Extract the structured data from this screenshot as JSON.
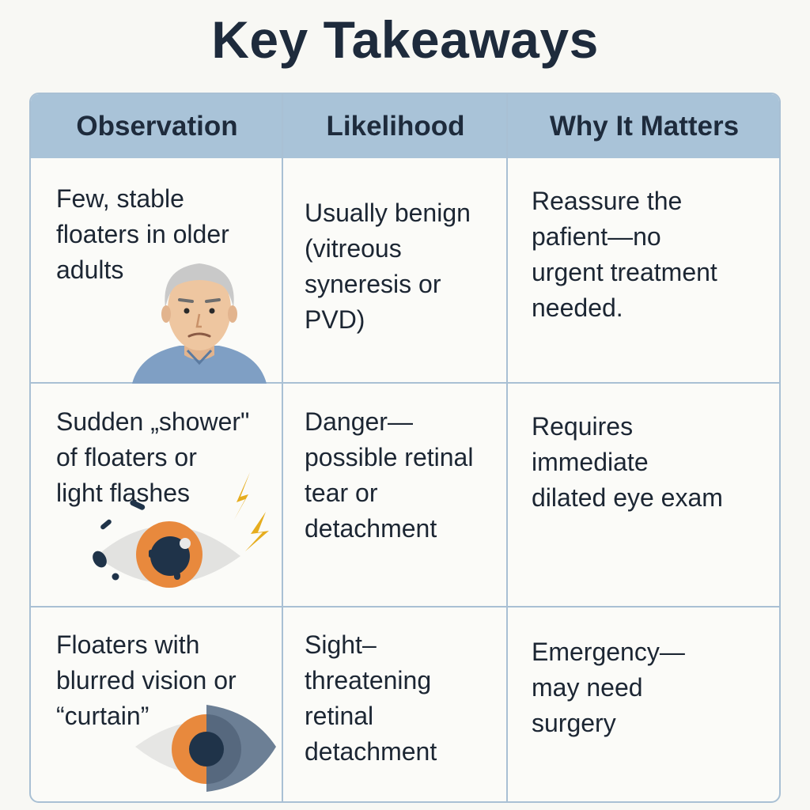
{
  "title": "Key Takeaways",
  "table": {
    "headers": [
      "Observation",
      "Likelihood",
      "Why It Matters"
    ],
    "rows": [
      {
        "observation": "Few, stable\nfloaters in older\nadults",
        "likelihood": "Usually benign\n(vitreous\nsyneresis or\nPVD)",
        "why": "Reassure the\npafient—no\nurgent treatment\nneeded.",
        "icon": "older-adult-icon"
      },
      {
        "observation": "Sudden „shower\"\nof floaters or\nlight flashes",
        "likelihood": "Danger—\npossible retinal\ntear or\ndetachment",
        "why": "Requires\nimmediate\ndilated eye exam",
        "icon": "eye-floaters-flashes-icon"
      },
      {
        "observation": "Floaters with\nblurred vision or\n“curtain”",
        "likelihood": "Sight–\nthreatening\nretinal\ndetachment",
        "why": "Emergency—\nmay need\nsurgery",
        "icon": "eye-curtain-icon"
      }
    ]
  },
  "colors": {
    "header_bg": "#a9c3d8",
    "border": "#a9c0d4",
    "title": "#1e2b3c",
    "iris": "#e8893d",
    "pupil": "#1f3349",
    "flash": "#e6ad1e"
  }
}
